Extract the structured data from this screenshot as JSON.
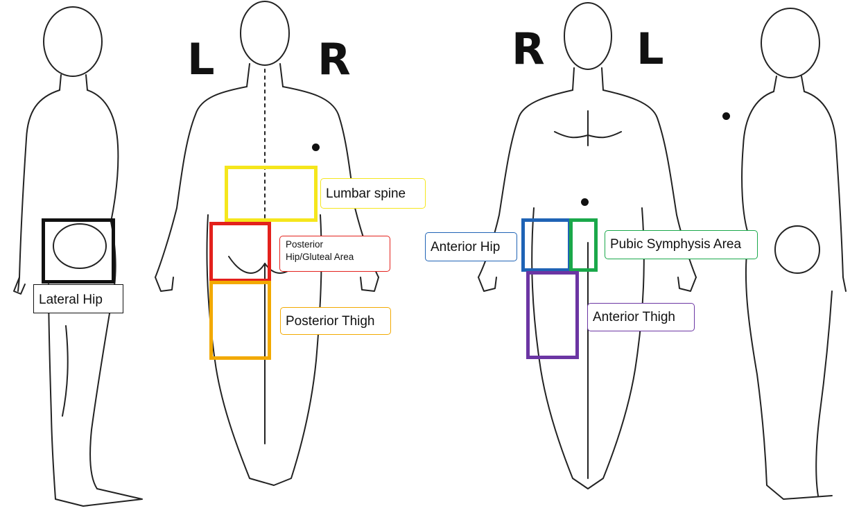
{
  "side_letters": {
    "back_left": "L",
    "back_right": "R",
    "front_right": "R",
    "front_left": "L"
  },
  "regions": {
    "lateral_hip": {
      "label": "Lateral Hip",
      "color": "#111111"
    },
    "lumbar_spine": {
      "label": "Lumbar spine",
      "color": "#f5e61c"
    },
    "posterior_hip": {
      "label": "Posterior Hip/Gluteal Area",
      "label_line1": "Posterior",
      "label_line2": "Hip/Gluteal Area",
      "color": "#e3211c"
    },
    "posterior_thigh": {
      "label": "Posterior Thigh",
      "color": "#f2a900"
    },
    "anterior_hip": {
      "label": "Anterior Hip",
      "color": "#1f63b5"
    },
    "pubic_symphysis": {
      "label": "Pubic Symphysis Area",
      "color": "#1aa84a"
    },
    "anterior_thigh": {
      "label": "Anterior Thigh",
      "color": "#6b35a3"
    }
  }
}
